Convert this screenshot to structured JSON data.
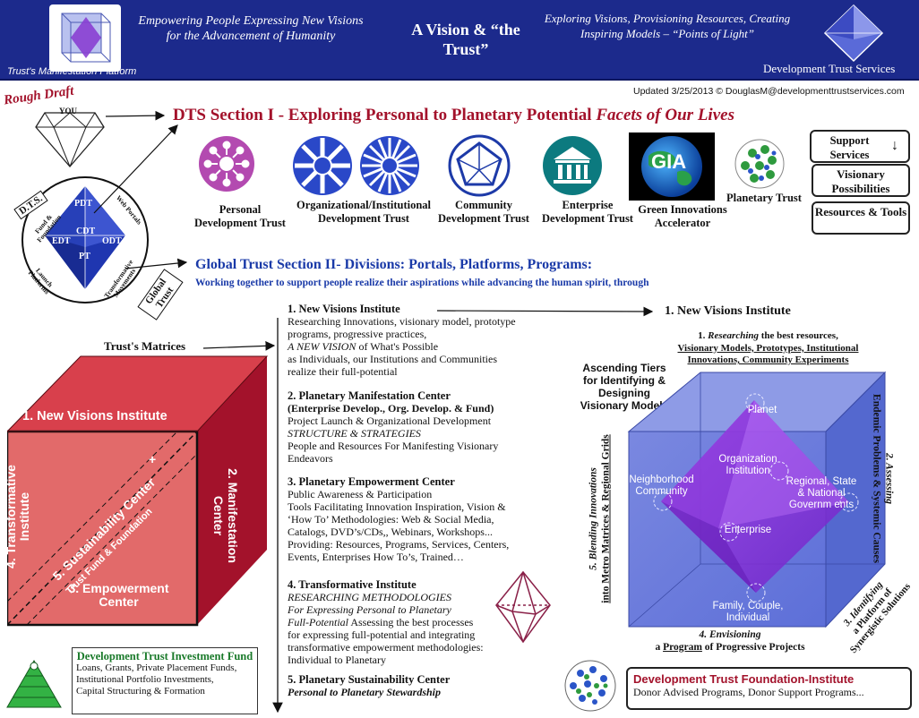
{
  "banner": {
    "left_motto": "Empowering People Expressing New Visions for the Advancement of Humanity",
    "title": "A Vision & “the Trust”",
    "right_motto": "Exploring Visions, Provisioning Resources, Creating Inspiring Models – “Points of Light”",
    "platform_label": "Trust's Manifestation Platform",
    "org_name": "Development Trust Services"
  },
  "draft_label": "Rough Draft",
  "updated": "Updated 3/25/2013 © DouglasM@developmenttrustservices.com",
  "gem_label": "YOU",
  "section1": {
    "title": "DTS Section I - Exploring Personal to Planetary Potential",
    "title_italic": "Facets of Our Lives"
  },
  "trusts": [
    {
      "label": "Personal Development Trust"
    },
    {
      "label": "Organizational/Institutional Development Trust"
    },
    {
      "label": "Community Development Trust"
    },
    {
      "label": "Enterprise Development Trust"
    },
    {
      "label": "Green Innovations Accelerator",
      "logo_text": "GIA"
    },
    {
      "label": "Planetary Trust"
    }
  ],
  "support": {
    "header": "Support Services",
    "items": [
      "Visionary Possibilities",
      "Resources & Tools"
    ]
  },
  "dts_wheel": {
    "dts": "D.T.S.",
    "fund": "Fund & Foundation",
    "web": "Web Portals",
    "launch": "Launch Platforms",
    "transform": "Transformative Movements",
    "global": "Global Trust",
    "pdt": "PDT",
    "cdt": "CDT",
    "edt": "EDT",
    "odt": "ODT",
    "pt": "PT"
  },
  "section2": {
    "title": "Global Trust Section II- Divisions: Portals, Platforms, Programs:",
    "subtitle": "Working together to support people realize their aspirations while advancing the human spirit, through"
  },
  "matrices_label": "Trust's Matrices",
  "cube_left": {
    "top": "1. New Visions Institute",
    "right": "2. Manifestation Center",
    "bottom": "3. Empowerment Center",
    "left": "4. Transformative Institute",
    "diag": "5. Sustainability Center",
    "diag2": "Trust Fund & Foundation",
    "plus": "+"
  },
  "divisions": [
    {
      "h": "1. New Visions Institute",
      "lines": [
        "Researching Innovations, visionary model, prototype",
        "programs, progressive practices,"
      ],
      "italic": "A NEW VISION",
      "after": " of What's Possible",
      "lines2": [
        "as Individuals, our Institutions and Communities",
        "realize their full-potential"
      ]
    },
    {
      "h": "2. Planetary Manifestation Center",
      "h2": "(Enterprise Develop., Org. Develop. & Fund)",
      "lines": [
        "Project Launch & Organizational Development"
      ],
      "italic": "STRUCTURE & STRATEGIES",
      "lines2": [
        "People and Resources For Manifesting Visionary",
        "Endeavors"
      ]
    },
    {
      "h": "3. Planetary Empowerment Center",
      "lines": [
        "Public Awareness & Participation",
        "Tools Facilitating Innovation Inspiration, Vision &",
        "‘How To’ Methodologies: Web & Social Media,",
        "Catalogs, DVD’s/CDs,, Webinars, Workshops...",
        "Providing: Resources, Programs, Services, Centers,",
        "Events, Enterprises How To’s, Trained…"
      ]
    },
    {
      "h": "4. Transformative Institute",
      "italic_lines": [
        "RESEARCHING METHODOLOGIES",
        "For Expressing Personal to Planetary",
        "Full-Potential"
      ],
      "after": " Assessing the best processes",
      "lines2": [
        "for expressing full-potential and integrating",
        "transformative empowerment methodologies:",
        "Individual to Planetary"
      ]
    },
    {
      "h": "5. Planetary Sustainability Center",
      "italic_lines": [
        "Personal to Planetary Stewardship"
      ]
    }
  ],
  "nvi": {
    "title": "1. New Visions Institute",
    "researching_pre": "1. ",
    "researching_i": "Researching",
    "researching_post": " the best resources,",
    "line2": "Visionary Models, Prototypes, Institutional",
    "line3": "Innovations, Community Experiments",
    "tiers_note": "Ascending Tiers for Identifying & Designing Visionary Models",
    "assessing_i": "2. Assessing",
    "assessing": "Endemic Problems & Systemic Causes",
    "blending_i": "5. Blending Innovations",
    "blending": "into Metro Matrices & Regional Grids",
    "identifying_i": "3. Identifying",
    "identifying": "a Platform of Synergistic Solutions",
    "envisioning_i": "4. Envisioning",
    "envisioning_pre": "a ",
    "envisioning_u": "Program",
    "envisioning_post": " of Progressive Projects",
    "tiers": [
      "Planet",
      "Organization Institution",
      "Neighborhood Community",
      "Regional, State & National Governm ents",
      "Enterprise",
      "Family, Couple, Individual"
    ]
  },
  "fund": {
    "title": "Development Trust Investment Fund",
    "lines": [
      "Loans, Grants, Private Placement Funds,",
      "Institutional Portfolio Investments,",
      "Capital Structuring & Formation"
    ]
  },
  "foundation": {
    "title": "Development Trust Foundation-Institute",
    "line": "Donor Advised Programs, Donor Support Programs..."
  },
  "colors": {
    "banner": "#1c2a8c",
    "section_red": "#a3122b",
    "section_blue": "#1a3aa8",
    "cube_red": "#c0273a",
    "cube_blue": "#6f7fd8",
    "octa_purple": "#8a2be2",
    "fund_green": "#1a7a2a"
  }
}
